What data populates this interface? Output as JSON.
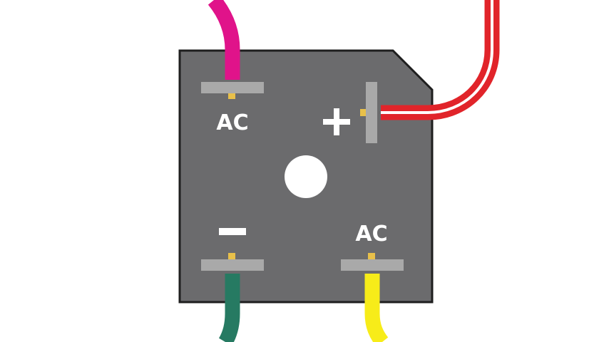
{
  "diagram": {
    "component": "bridge-rectifier",
    "terminals": {
      "ac_top_left": {
        "label": "AC"
      },
      "positive": {
        "label": "+"
      },
      "negative": {
        "label": "—"
      },
      "ac_bottom_right": {
        "label": "AC"
      }
    },
    "colors": {
      "body": "#6b6b6d",
      "body_outline": "#1e1e1e",
      "pin": "#a9a9a9",
      "pin_solder": "#e8c04a",
      "hole": "#ffffff",
      "wire_magenta": "#e0138a",
      "wire_red": "#e1242a",
      "wire_red_stripe": "#ffffff",
      "wire_green": "#267a62",
      "wire_yellow": "#f7ec19"
    }
  }
}
